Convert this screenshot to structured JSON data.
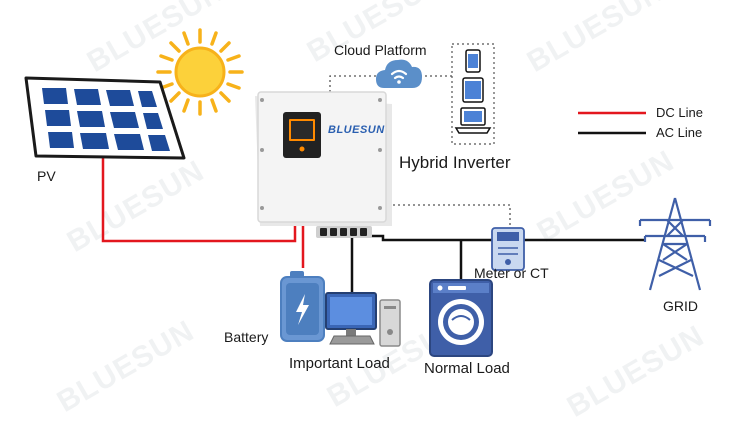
{
  "labels": {
    "cloud_platform": "Cloud Platform",
    "pv": "PV",
    "hybrid_inverter": "Hybrid Inverter",
    "battery": "Battery",
    "important_load": "Important Load",
    "normal_load": "Normal Load",
    "meter_or_ct": "Meter or CT",
    "grid": "GRID"
  },
  "legend": {
    "dc_line": "DC Line",
    "ac_line": "AC Line"
  },
  "inverter_brand": "BLUESUN",
  "watermark_text": "BLUESUN",
  "colors": {
    "dc_line": "#e3171e",
    "ac_line": "#111111",
    "data_line": "#555555",
    "inverter_body": "#f2f2f2",
    "cloud": "#5b8fc9",
    "sun": "#f7b21a",
    "panel_cell": "#1e4b9a",
    "battery": "#4d7fbf",
    "washer": "#3f5fa8"
  }
}
